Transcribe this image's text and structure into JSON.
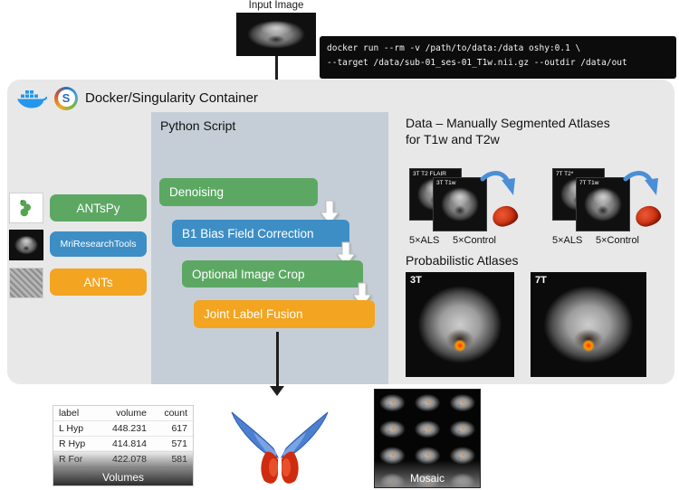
{
  "input_image": {
    "label": "Input Image"
  },
  "terminal": {
    "line1": "docker run --rm -v /path/to/data:/data oshy:0.1 \\",
    "line2": "--target /data/sub-01_ses-01_T1w.nii.gz --outdir /data/out"
  },
  "container": {
    "title": "Docker/Singularity Container"
  },
  "tools": [
    {
      "label": "ANTsPy",
      "color": "#5ca863"
    },
    {
      "label": "MriResearchTools",
      "color": "#3e8ec6"
    },
    {
      "label": "ANTs",
      "color": "#f3a420"
    }
  ],
  "pipeline": {
    "title": "Python Script",
    "steps": [
      {
        "label": "Denoising",
        "color": "#5ca863"
      },
      {
        "label": "B1 Bias Field Correction",
        "color": "#3e8ec6"
      },
      {
        "label": "Optional Image Crop",
        "color": "#5ca863"
      },
      {
        "label": "Joint Label Fusion",
        "color": "#f3a420"
      }
    ]
  },
  "atlases": {
    "title_line1": "Data – Manually Segmented Atlases",
    "title_line2": "for T1w and T2w",
    "groups": [
      {
        "back_label": "3T T2 FLAIR",
        "front_label": "3T T1w",
        "caption_left": "5×ALS",
        "caption_right": "5×Control"
      },
      {
        "back_label": "7T T2*",
        "front_label": "7T T1w",
        "caption_left": "5×ALS",
        "caption_right": "5×Control"
      }
    ],
    "probabilistic_title": "Probabilistic Atlases",
    "prob_images": [
      {
        "label": "3T"
      },
      {
        "label": "7T"
      }
    ]
  },
  "outputs": {
    "table": {
      "headers": [
        "label",
        "volume",
        "count"
      ],
      "rows": [
        {
          "label": "L Hyp",
          "volume": "448.231",
          "count": "617"
        },
        {
          "label": "R Hyp",
          "volume": "414.814",
          "count": "571"
        },
        {
          "label": "R For",
          "volume": "422.078",
          "count": "581"
        }
      ],
      "caption": "Volumes"
    },
    "mosaic_label": "Mosaic"
  }
}
